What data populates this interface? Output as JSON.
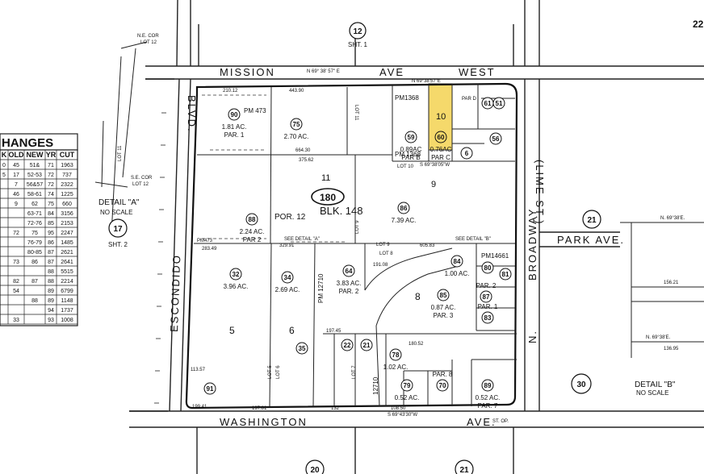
{
  "page_number": "22",
  "sheet_refs": {
    "top_circle": "12",
    "top_label": "SHT. 1",
    "left_circle": "17",
    "left_label": "SHT. 2",
    "right_circle": "21",
    "bottom_right_circle": "30",
    "bottom_circle_1": "20",
    "bottom_circle_2": "21"
  },
  "streets": {
    "mission": "MISSION",
    "ave_top": "AVE",
    "west": "WEST",
    "blvd": "BLVD.",
    "escondido": "ESCONDIDO",
    "washington": "WASHINGTON",
    "ave_bottom": "AVE.",
    "broadway": "BROADWAY",
    "n_broadway": "N.",
    "lime": "(LIME ST.)",
    "park": "PARK AVE."
  },
  "block": {
    "book": "180",
    "label": "BLK. 148",
    "lot_number": "11"
  },
  "changes_table": {
    "title": "HANGES",
    "headers": [
      "K",
      "OLD",
      "NEW",
      "YR",
      "CUT"
    ],
    "rows": [
      [
        "0",
        "45",
        "51&",
        "71",
        "1963"
      ],
      [
        "5",
        "17",
        "52-53",
        "72",
        "737"
      ],
      [
        "",
        "7",
        "56&57",
        "72",
        "2322"
      ],
      [
        "",
        "46",
        "58-61",
        "74",
        "1225"
      ],
      [
        "",
        "9",
        "62",
        "75",
        "660"
      ],
      [
        "",
        "",
        "63-71",
        "84",
        "3156"
      ],
      [
        "",
        "",
        "72-76",
        "85",
        "2153"
      ],
      [
        "",
        "72",
        "75",
        "95",
        "2247"
      ],
      [
        "",
        "",
        "76-79",
        "86",
        "1485"
      ],
      [
        "",
        "",
        "80-85",
        "87",
        "2621"
      ],
      [
        "",
        "73",
        "86",
        "87",
        "2641"
      ],
      [
        "",
        "",
        "",
        "88",
        "5515"
      ],
      [
        "",
        "82",
        "87",
        "88",
        "2214"
      ],
      [
        "",
        "54",
        "",
        "89",
        "6799"
      ],
      [
        "",
        "",
        "88",
        "89",
        "1148"
      ],
      [
        "",
        "",
        "",
        "94",
        "1737"
      ],
      [
        "",
        "33",
        "",
        "93",
        "1008"
      ]
    ]
  },
  "corner_labels": {
    "ne_cor": "N.E. COR",
    "lot12": "LOT 12",
    "se_cor": "S.E. COR",
    "lot12b": "LOT 12",
    "lot11": "LOT 11",
    "detail_a": "DETAIL \"A\"",
    "no_scale_a": "NO SCALE",
    "detail_b": "DETAIL \"B\"",
    "no_scale_b": "NO SCALE",
    "see_detail_a": "SEE DETAIL \"A\"",
    "see_detail_b": "SEE DETAIL \"B\"",
    "st_op": "ST. OP."
  },
  "parcels": [
    {
      "no": "90",
      "acres": "1.81 AC.",
      "sub": "PAR. 1",
      "pm": "PM 473"
    },
    {
      "no": "75",
      "acres": "2.70 AC."
    },
    {
      "no": "59",
      "acres": "0.89AC",
      "sub": "PAR B"
    },
    {
      "no": "60",
      "acres": "0.76AC",
      "sub": "PAR C"
    },
    {
      "no": "61"
    },
    {
      "no": "51"
    },
    {
      "no": "56"
    },
    {
      "no": "6"
    },
    {
      "no": "88",
      "acres": "2.24 AC.",
      "sub": "PAR 2"
    },
    {
      "no": "86",
      "acres": "7.39 AC."
    },
    {
      "no": "32",
      "acres": "3.96 AC."
    },
    {
      "no": "34",
      "acres": "2.69 AC."
    },
    {
      "no": "64",
      "acres": "3.83 AC.",
      "sub": "PAR. 2"
    },
    {
      "no": "84",
      "acres": "1.00 AC."
    },
    {
      "no": "80"
    },
    {
      "no": "81"
    },
    {
      "no": "85",
      "acres": "0.87 AC.",
      "sub": "PAR. 3"
    },
    {
      "no": "87",
      "sub": "PAR. 2"
    },
    {
      "no": "83",
      "sub": "PAR. 1"
    },
    {
      "no": "35"
    },
    {
      "no": "22"
    },
    {
      "no": "21"
    },
    {
      "no": "78",
      "acres": "1.02 AC."
    },
    {
      "no": "79",
      "acres": "0.52 AC."
    },
    {
      "no": "70",
      "sub": "PAR. 8"
    },
    {
      "no": "89",
      "acres": "0.52 AC.",
      "sub": "PAR. 7"
    },
    {
      "no": "91"
    }
  ],
  "lot_labels": {
    "pm1368a": "PM1368",
    "pm1368b": "PM 1368",
    "lot10": "LOT 10",
    "lot9": "LOT 9",
    "lot9b": "LOT 9",
    "lot8": "LOT 8",
    "lot6": "LOT 6",
    "lot5": "LOT 5",
    "lot7": "LOT 7",
    "lot_num_10": "10",
    "lot_num_9": "9",
    "lot_num_5": "5",
    "lot_num_6": "6",
    "lot_num_8": "8",
    "por12": "POR. 12",
    "pm473b": "PM473",
    "pm14661": "PM14661",
    "pm12710": "PM 12710",
    "pm12710b": "12710",
    "pard": "PAR D",
    "lot11": "LOT 11",
    "lot12": "LOT 12"
  },
  "dims": {
    "top_frontage": "N 69° 38' 57\" E",
    "west_ave": "N 69°38'57\"E",
    "lot9_line": "S 69°38'05\"W",
    "bottom_line": "S 69°43'30\"W",
    "d1": "210.12",
    "d2": "443.90",
    "d3": "664.30",
    "d4": "375.62",
    "d5": "329.91",
    "d6": "605.83",
    "d7": "191.08",
    "d8": "197.45",
    "d9": "180.52",
    "d10": "108.50",
    "d11": "197.81",
    "d12": "132",
    "d13": "199.41",
    "d14": "113.57",
    "d15": "283.49",
    "park_bearing": "N. 69°38'E.",
    "park_bearing2": "N. 69°38'E.",
    "park_dim": "156.21",
    "park_dim2": "136.95"
  },
  "highlight_color": "#f5d96b"
}
